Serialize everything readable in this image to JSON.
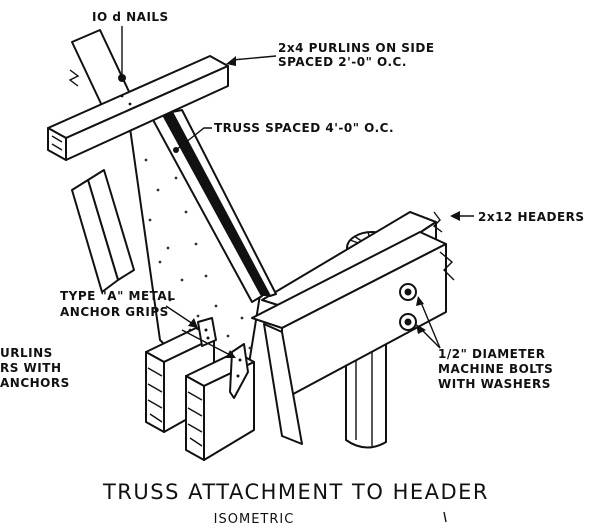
{
  "labels": {
    "nails": "IO d NAILS",
    "purlins_1": "2x4 PURLINS ON SIDE",
    "purlins_2": "SPACED 2'-0\" O.C.",
    "truss": "TRUSS SPACED 4'-0\" O.C.",
    "headers": "2x12 HEADERS",
    "grips_1": "TYPE \"A\" METAL",
    "grips_2": "ANCHOR GRIPS",
    "left_1": "URLINS",
    "left_2": "RS WITH",
    "left_3": "ANCHORS",
    "bolts_1": "1/2\" DIAMETER",
    "bolts_2": "MACHINE BOLTS",
    "bolts_3": "WITH WASHERS"
  },
  "title": "TRUSS ATTACHMENT TO HEADER",
  "subtitle": "ISOMETRIC"
}
